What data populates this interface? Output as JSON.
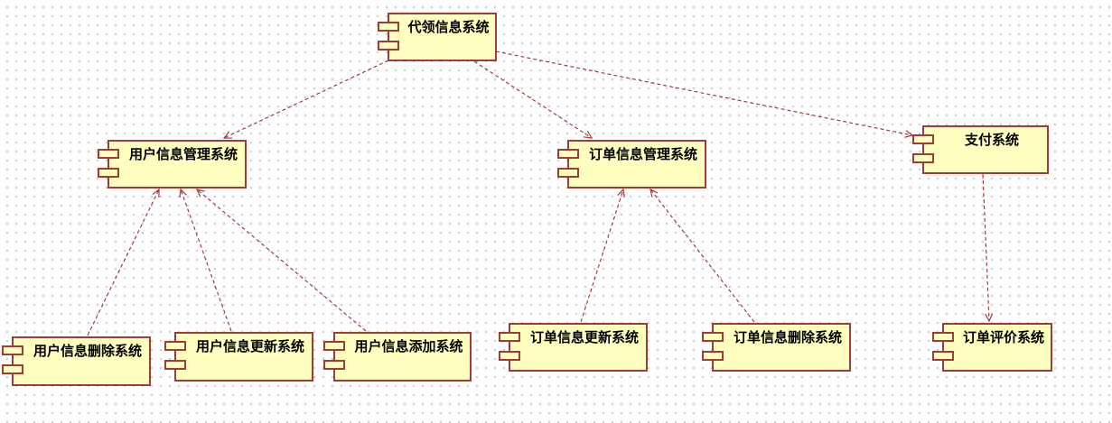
{
  "colors": {
    "line": "#a33a3a",
    "fill": "#ffffc0"
  },
  "components": {
    "root": "代领信息系统",
    "user_mgmt": "用户信息管理系统",
    "order_mgmt": "订单信息管理系统",
    "payment": "支付系统",
    "user_delete": "用户信息删除系统",
    "user_update": "用户信息更新系统",
    "user_add": "用户信息添加系统",
    "order_update": "订单信息更新系统",
    "order_delete": "订单信息删除系统",
    "order_review": "订单评价系统"
  },
  "dependencies": [
    [
      "root",
      "user_mgmt"
    ],
    [
      "root",
      "order_mgmt"
    ],
    [
      "root",
      "payment"
    ],
    [
      "payment",
      "order_review"
    ],
    [
      "user_delete",
      "user_mgmt"
    ],
    [
      "user_update",
      "user_mgmt"
    ],
    [
      "user_add",
      "user_mgmt"
    ],
    [
      "order_update",
      "order_mgmt"
    ],
    [
      "order_delete",
      "order_mgmt"
    ]
  ]
}
